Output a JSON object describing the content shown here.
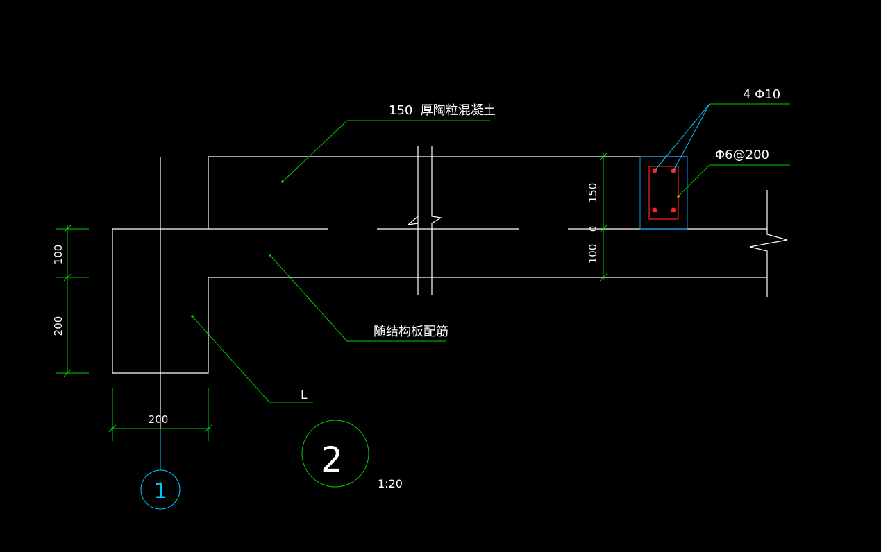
{
  "drawing": {
    "labels": {
      "concrete_note": "150  厚陶粒混凝土",
      "rebar_top": "4 Φ10",
      "stirrup": "Φ6@200",
      "slab_rebar_note": "随结构板配筋",
      "beam_label": "L",
      "scale": "1:20"
    },
    "dimensions": {
      "left_upper": "100",
      "left_lower": "200",
      "bottom_width": "200",
      "right_upper": "150",
      "right_lower": "100",
      "right_small": "0"
    },
    "callouts": {
      "axis_number": "1",
      "detail_number": "2"
    },
    "colors": {
      "background": "#000000",
      "outline": "#ffffff",
      "leader": "#00d000",
      "axis": "#00c8ff",
      "rebar": "#ff2020"
    }
  }
}
